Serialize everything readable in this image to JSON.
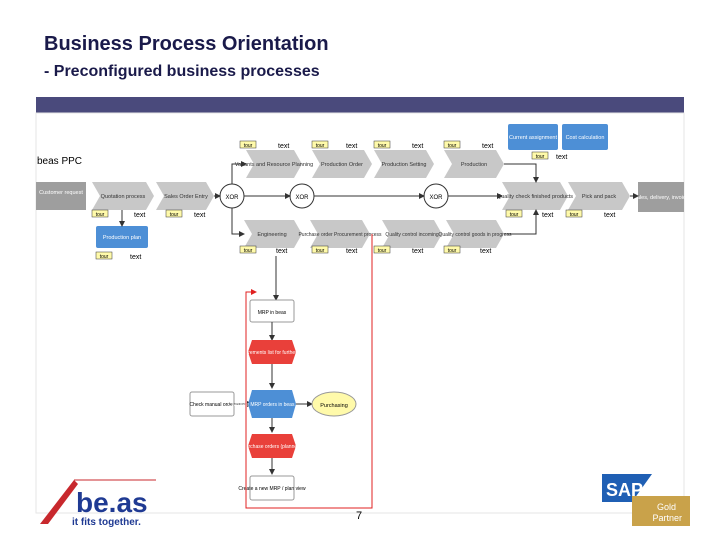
{
  "slide": {
    "title": "Business Process Orientation",
    "subtitle": "- Preconfigured business processes",
    "page_number": "7"
  },
  "diagram": {
    "process_label": "beas PPC",
    "grey_events": [
      "Customer request",
      "Sales, delivery, invoice"
    ],
    "grey_functions": [
      "Quotation process",
      "Sales Order Entry",
      "Quality check finished products",
      "Pick and pack"
    ],
    "top_functions": [
      "Variants and Resource Planning",
      "Production Order",
      "Production Setting"
    ],
    "main_functions": [
      "Production"
    ],
    "bottom_functions": [
      "Engineering",
      "Purchase order Procurement process",
      "Quality control incoming"
    ],
    "quality_function": "Quality control goods in progress",
    "blue_boxes": [
      "Current assignment",
      "Cost calculation",
      "Production plan"
    ],
    "xor_labels": [
      "XOR",
      "XOR",
      "XOR"
    ],
    "chain": [
      "MRP in beas",
      "Requirements list for further work",
      "Calculate MRP orders in beas manually",
      "Purchase orders (planned)",
      "Create a new MRP / plan view"
    ],
    "chain_side": "Check manual order",
    "purchasing": "Purchasing",
    "tag_yellow": "tour",
    "tag_text": "text"
  },
  "footer": {
    "beas_logo": "be.as",
    "beas_tagline": "it fits together.",
    "sap_logo": "SAP",
    "sap_badge_line1": "Gold",
    "sap_badge_line2": "Partner"
  },
  "colors": {
    "title": "#1a1a4a",
    "band": "#4a4a7c",
    "arrow": "#c8c8c8",
    "blue": "#4d8fd6",
    "red": "#e9403a",
    "yellow": "#fffaaa",
    "event_grey": "#9e9e9e"
  }
}
